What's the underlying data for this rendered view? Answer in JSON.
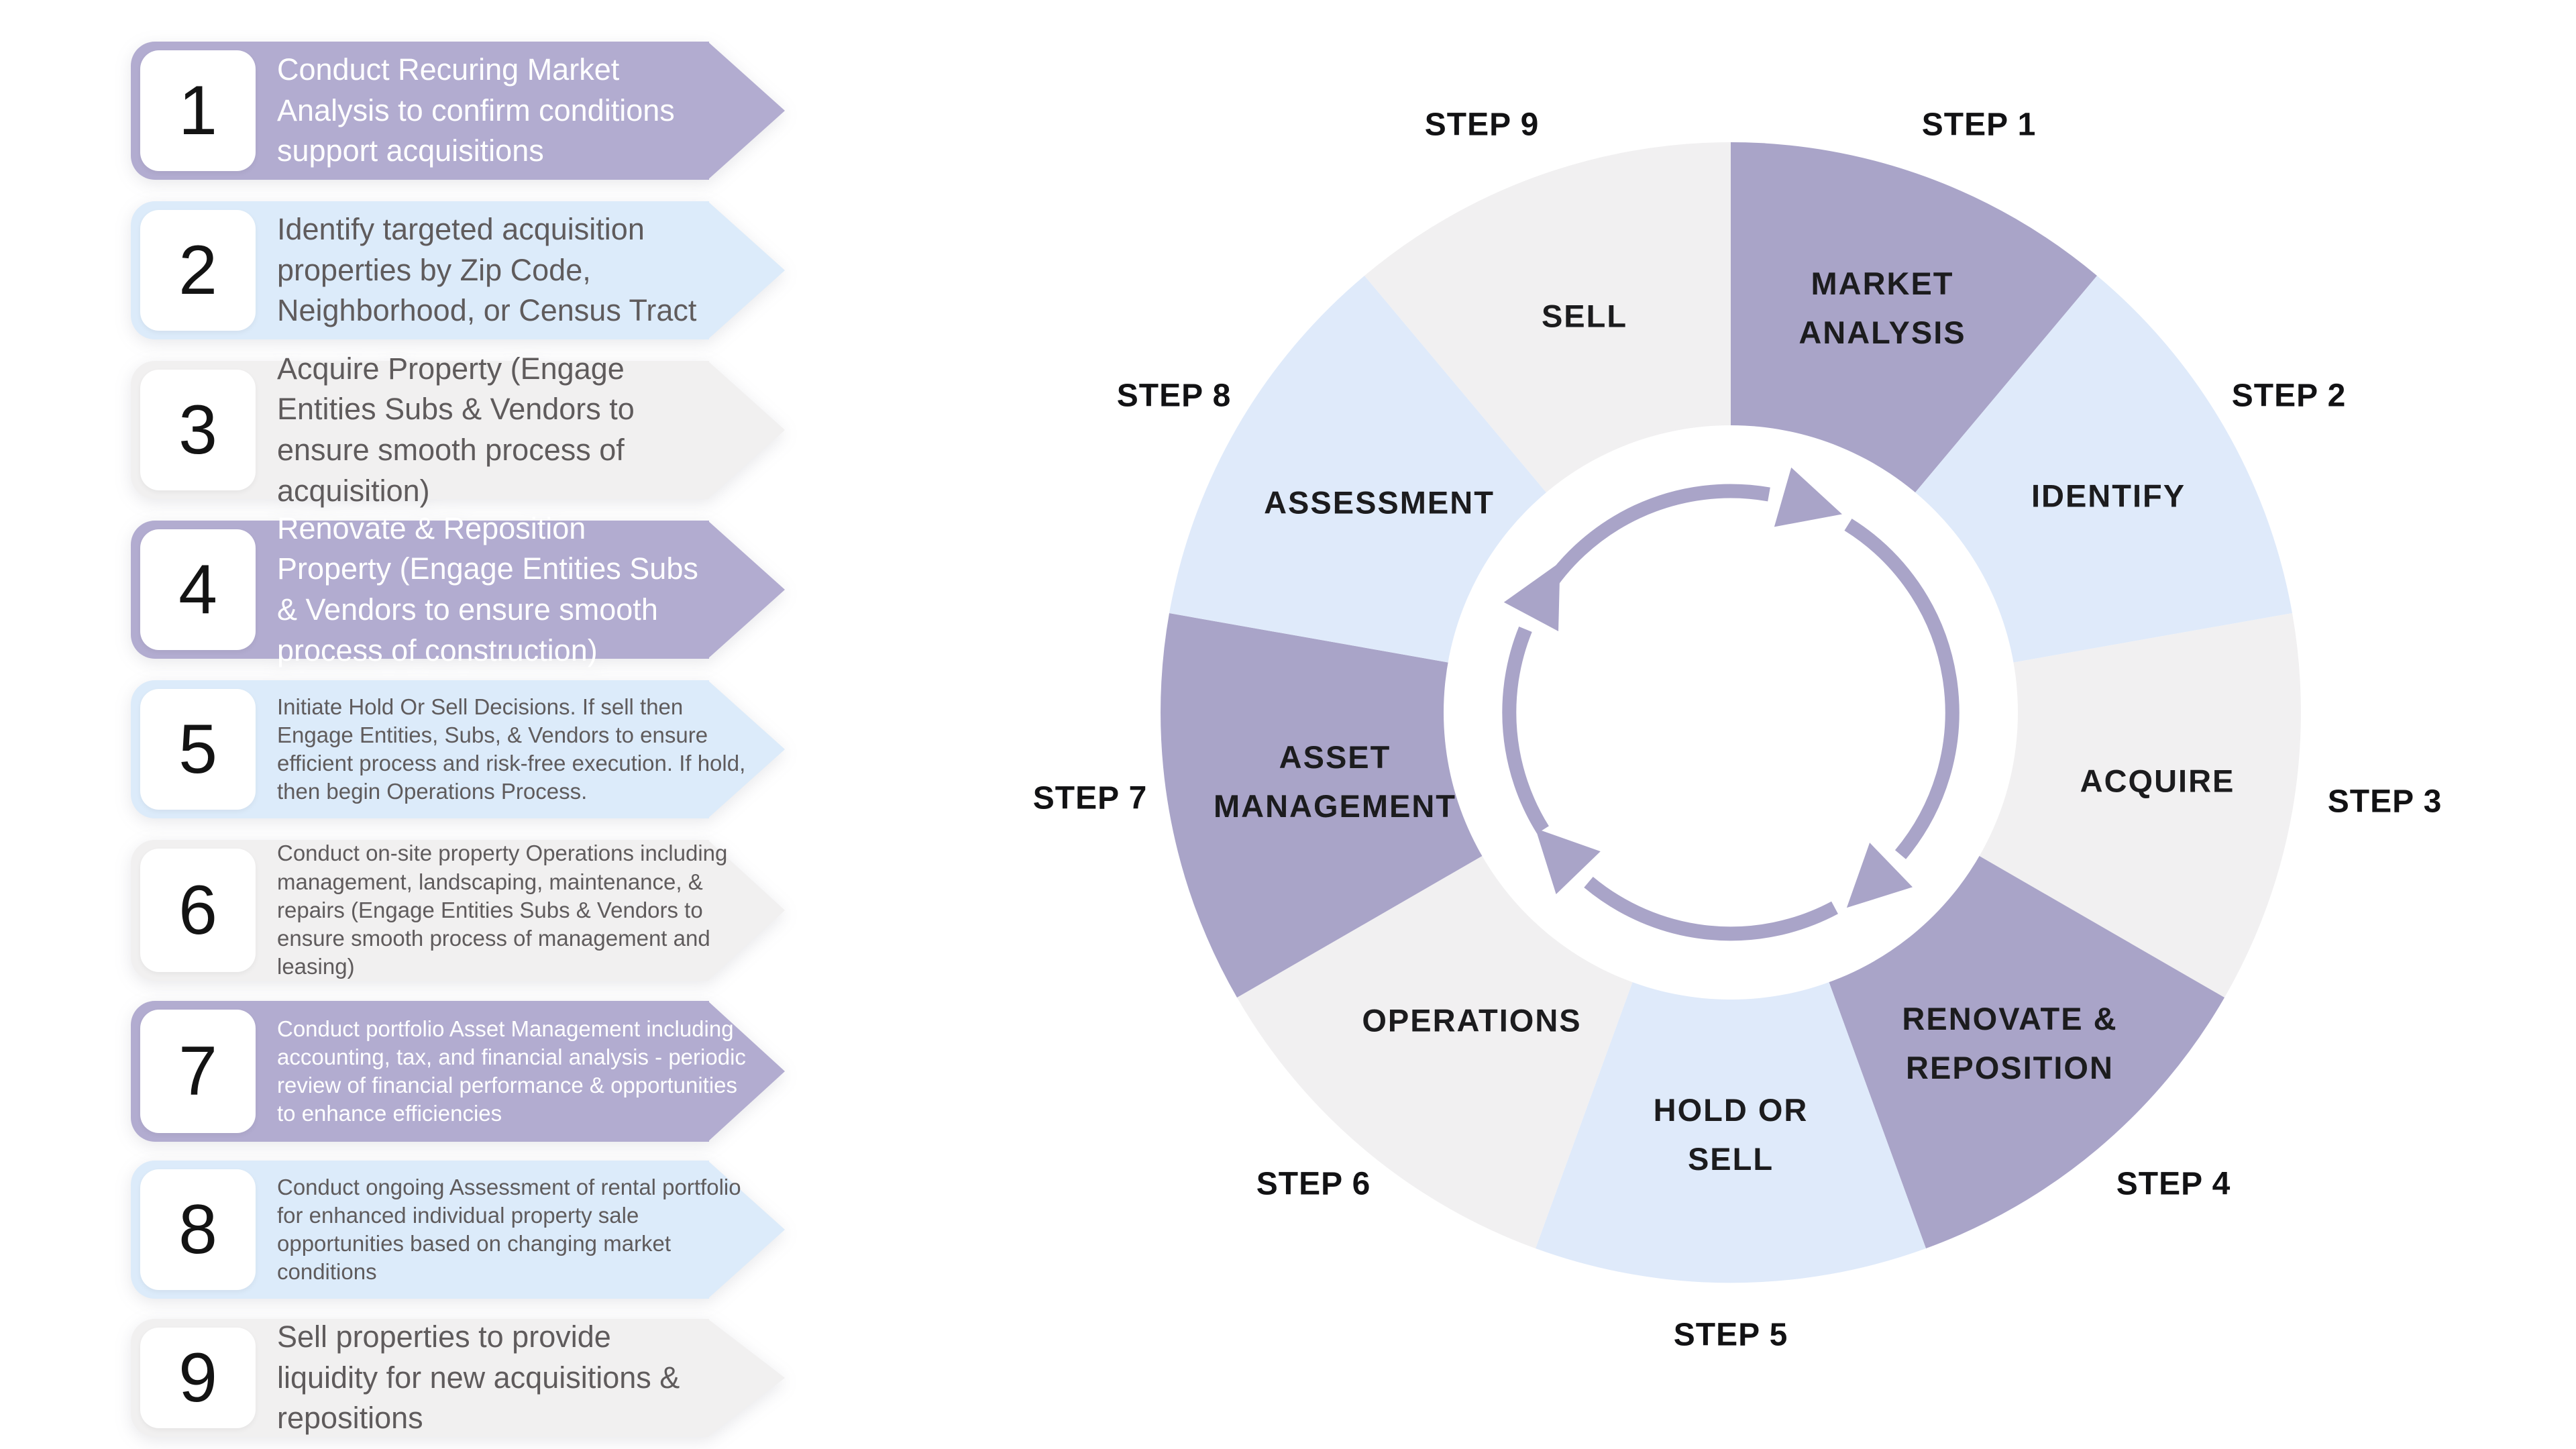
{
  "colors": {
    "wedge_purple": "#a9a4c8",
    "wedge_blue": "#dfeafa",
    "wedge_gray": "#f1f0f1",
    "banner_purple": "#b2acd0",
    "banner_blue": "#dcebfa",
    "banner_gray": "#f1f0f0",
    "arrow": "#a9a4c8",
    "text_dark": "#1c1c1e",
    "text_gray": "#5f5b5c",
    "text_white": "#ffffff"
  },
  "banners": [
    {
      "number": "1",
      "text": "Conduct Recuring Market Analysis to confirm conditions support acquisitions"
    },
    {
      "number": "2",
      "text": "Identify targeted acquisition properties by Zip Code, Neighborhood, or Census Tract"
    },
    {
      "number": "3",
      "text": "Acquire Property (Engage Entities Subs & Vendors to ensure smooth process of acquisition)"
    },
    {
      "number": "4",
      "text": "Renovate & Reposition Property (Engage Entities Subs & Vendors to ensure smooth process of construction)"
    },
    {
      "number": "5",
      "text": "Initiate Hold Or Sell Decisions.  If sell then Engage Entities, Subs, & Vendors to ensure efficient process and risk-free execution. If hold, then begin Operations Process."
    },
    {
      "number": "6",
      "text": "Conduct on-site property Operations including management, landscaping, maintenance, & repairs (Engage Entities Subs & Vendors to ensure smooth process of management and leasing)"
    },
    {
      "number": "7",
      "text": "Conduct portfolio Asset Management including accounting, tax, and financial analysis - periodic review of financial performance & opportunities to enhance efficiencies"
    },
    {
      "number": "8",
      "text": "Conduct ongoing Assessment of rental portfolio for enhanced individual property sale opportunities based on changing market conditions"
    },
    {
      "number": "9",
      "text": "Sell properties to provide liquidity for new acquisitions & repositions"
    }
  ],
  "wheel": {
    "segments": [
      {
        "step": "STEP 1",
        "label": "MARKET\nANALYSIS"
      },
      {
        "step": "STEP 2",
        "label": "IDENTIFY"
      },
      {
        "step": "STEP 3",
        "label": "ACQUIRE"
      },
      {
        "step": "STEP 4",
        "label": "RENOVATE &\nREPOSITION"
      },
      {
        "step": "STEP 5",
        "label": "HOLD OR\nSELL"
      },
      {
        "step": "STEP 6",
        "label": "OPERATIONS"
      },
      {
        "step": "STEP 7",
        "label": "ASSET\nMANAGEMENT"
      },
      {
        "step": "STEP 8",
        "label": "ASSESSMENT"
      },
      {
        "step": "STEP 9",
        "label": "SELL"
      }
    ]
  }
}
